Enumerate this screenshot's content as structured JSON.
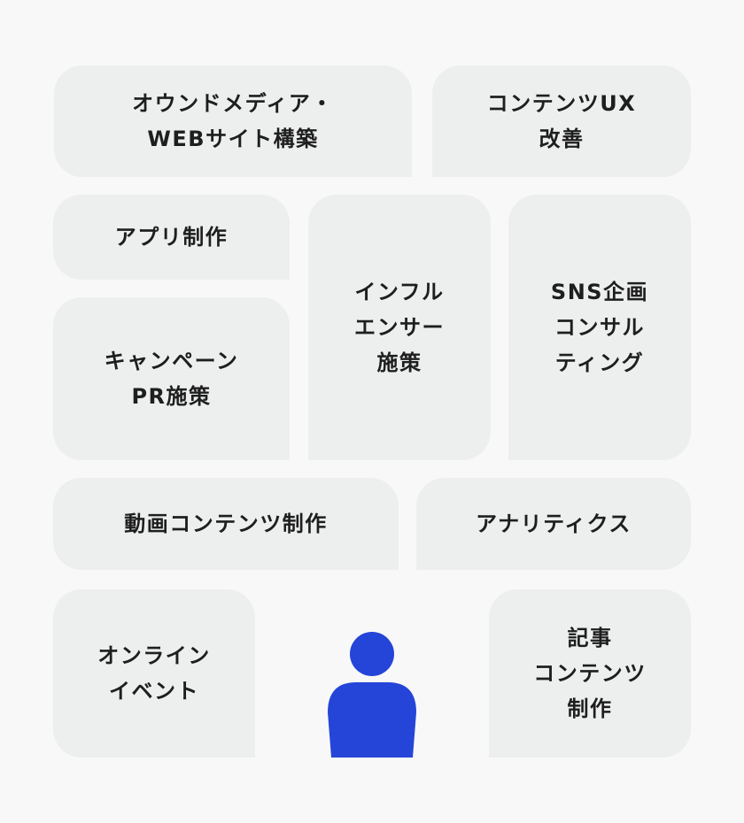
{
  "tiles": {
    "owned_media": [
      "オウンドメディア・",
      "WEBサイト構築"
    ],
    "content_ux": [
      "コンテンツUX",
      "改善"
    ],
    "app": [
      "アプリ制作"
    ],
    "campaign": [
      "キャンペーン",
      "PR施策"
    ],
    "influencer": [
      "インフル",
      "エンサー",
      "施策"
    ],
    "sns": [
      "SNS企画",
      "コンサル",
      "ティング"
    ],
    "video": [
      "動画コンテンツ制作"
    ],
    "analytics": [
      "アナリティクス"
    ],
    "online_event": [
      "オンライン",
      "イベント"
    ],
    "article": [
      "記事",
      "コンテンツ",
      "制作"
    ]
  },
  "colors": {
    "background": "#f8f8f8",
    "tile": "#edeeee",
    "text": "#1e1e1e",
    "person": "#2545d8"
  },
  "icons": {
    "person": "person-icon"
  }
}
